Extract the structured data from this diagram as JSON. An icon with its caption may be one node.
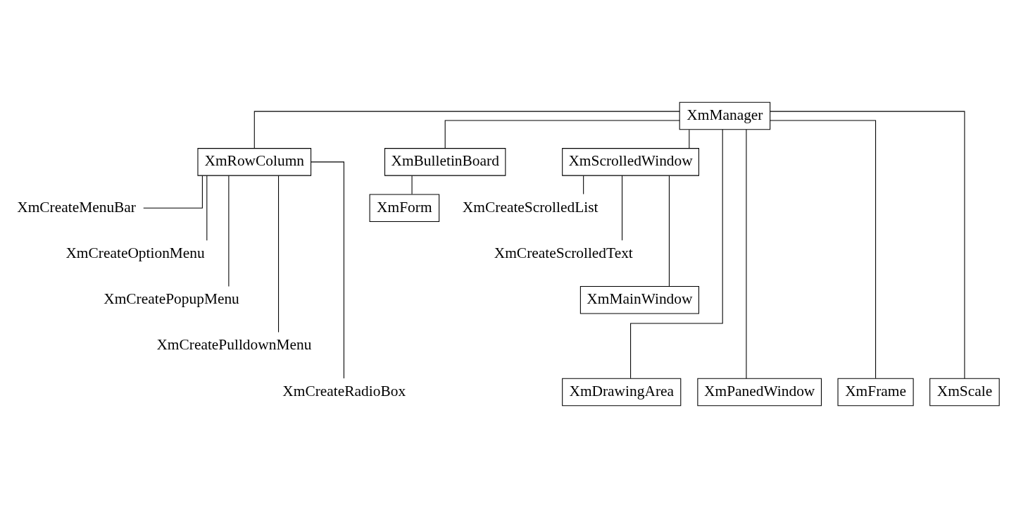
{
  "diagram": {
    "nodes": [
      {
        "text": [
          "XmManager"
        ]
      },
      {
        "text": [
          "XmRowColumn"
        ]
      },
      {
        "text": [
          "XmBulletinBoard"
        ]
      },
      {
        "text": [
          "XmScrolledWindow"
        ]
      },
      {
        "text": [
          "XmForm"
        ]
      },
      {
        "text": [
          "XmCreateMenuBar"
        ]
      },
      {
        "text": [
          "XmCreateOptionMenu"
        ]
      },
      {
        "text": [
          "XmCreatePopupMenu"
        ]
      },
      {
        "text": [
          "XmCreatePulldownMenu"
        ]
      },
      {
        "text": [
          "XmCreateRadioBox"
        ]
      },
      {
        "text": [
          "XmCreateScrolledList"
        ]
      },
      {
        "text": [
          "XmCreateScrolledText"
        ]
      },
      {
        "text": [
          "XmMainWindow"
        ]
      },
      {
        "text": [
          "XmDrawingArea"
        ]
      },
      {
        "text": [
          "XmPanedWindow"
        ]
      },
      {
        "text": [
          "XmFrame"
        ]
      },
      {
        "text": [
          "XmScale"
        ]
      }
    ],
    "edges": [
      {
        "from": 0,
        "to": 1,
        "arrow": "none"
      },
      {
        "from": 0,
        "to": 2,
        "arrow": "none"
      },
      {
        "from": 0,
        "to": 3,
        "arrow": "none"
      },
      {
        "from": 2,
        "to": 4,
        "arrow": "none"
      },
      {
        "from": 1,
        "to": 5,
        "arrow": "none"
      },
      {
        "from": 1,
        "to": 6,
        "arrow": "none"
      },
      {
        "from": 1,
        "to": 7,
        "arrow": "none"
      },
      {
        "from": 1,
        "to": 8,
        "arrow": "none"
      },
      {
        "from": 1,
        "to": 9,
        "arrow": "none"
      },
      {
        "from": 3,
        "to": 10,
        "arrow": "none"
      },
      {
        "from": 3,
        "to": 11,
        "arrow": "none"
      },
      {
        "from": 3,
        "to": 12,
        "arrow": "none"
      },
      {
        "from": 0,
        "to": 13,
        "arrow": "none"
      },
      {
        "from": 0,
        "to": 14,
        "arrow": "none"
      },
      {
        "from": 0,
        "to": 15,
        "arrow": "none"
      },
      {
        "from": 0,
        "to": 16,
        "arrow": "none"
      }
    ]
  }
}
